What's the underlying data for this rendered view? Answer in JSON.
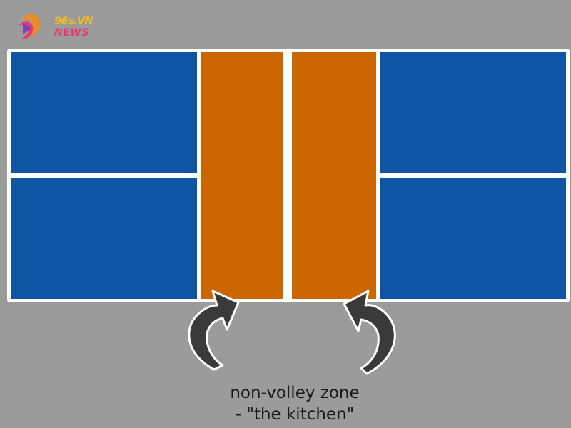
{
  "logo": {
    "line1": "96s.VN",
    "line2": "NEWS"
  },
  "colors": {
    "background": "#9b9b9b",
    "court_blue": "#1055a3",
    "kitchen_orange": "#cc6600",
    "lines": "#ffffff",
    "arrows": "#3a3a3a"
  },
  "caption": {
    "line1": "non-volley zone",
    "line2": "- \"the kitchen\""
  }
}
